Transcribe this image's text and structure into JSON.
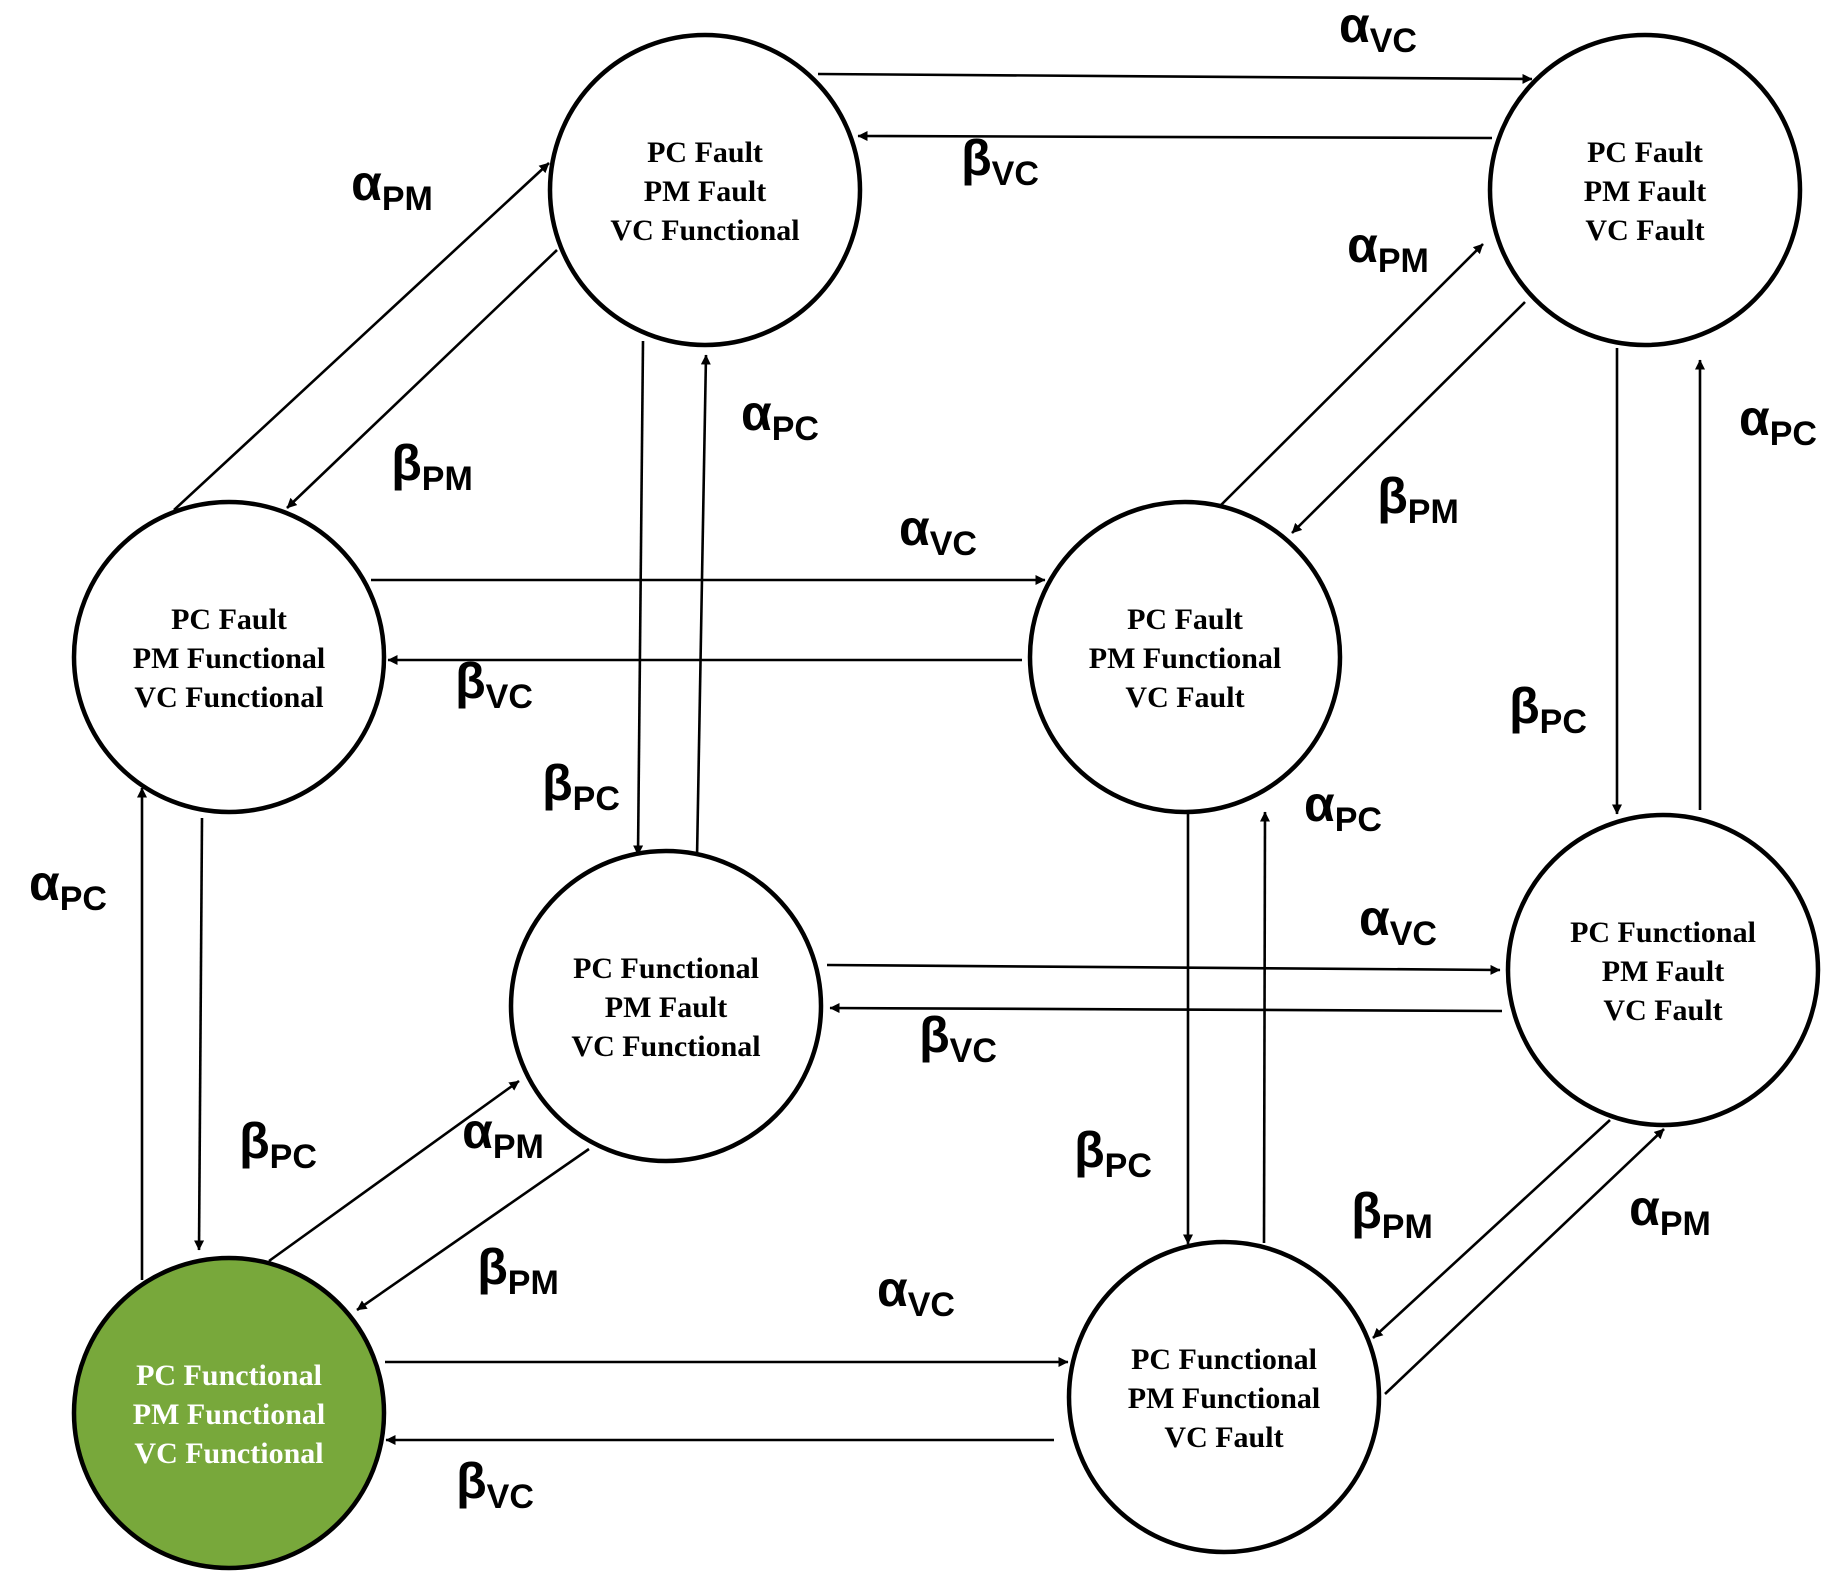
{
  "colors": {
    "initial_state_fill": "#78a83b",
    "state_fill": "#ffffff",
    "stroke": "#000000"
  },
  "states": [
    {
      "id": "pc-fault-pm-fault-vc-functional",
      "lines": [
        "PC Fault",
        "PM Fault",
        "VC Functional"
      ],
      "highlight": false
    },
    {
      "id": "pc-fault-pm-fault-vc-fault",
      "lines": [
        "PC Fault",
        "PM Fault",
        "VC Fault"
      ],
      "highlight": false
    },
    {
      "id": "pc-fault-pm-functional-vc-functional",
      "lines": [
        "PC Fault",
        "PM Functional",
        "VC Functional"
      ],
      "highlight": false
    },
    {
      "id": "pc-fault-pm-functional-vc-fault",
      "lines": [
        "PC Fault",
        "PM Functional",
        "VC Fault"
      ],
      "highlight": false
    },
    {
      "id": "pc-functional-pm-fault-vc-functional",
      "lines": [
        "PC Functional",
        "PM Fault",
        "VC Functional"
      ],
      "highlight": false
    },
    {
      "id": "pc-functional-pm-fault-vc-fault",
      "lines": [
        "PC Functional",
        "PM Fault",
        "VC Fault"
      ],
      "highlight": false
    },
    {
      "id": "pc-functional-pm-functional-vc-functional",
      "lines": [
        "PC Functional",
        "PM Functional",
        "VC Functional"
      ],
      "highlight": true
    },
    {
      "id": "pc-functional-pm-functional-vc-fault",
      "lines": [
        "PC Functional",
        "PM Functional",
        "VC Fault"
      ],
      "highlight": false
    }
  ],
  "transitions": [
    {
      "from": "pc-fault-pm-fault-vc-functional",
      "to": "pc-fault-pm-fault-vc-fault",
      "greek": "α",
      "sub": "VC"
    },
    {
      "from": "pc-fault-pm-fault-vc-fault",
      "to": "pc-fault-pm-fault-vc-functional",
      "greek": "β",
      "sub": "VC"
    },
    {
      "from": "pc-fault-pm-functional-vc-functional",
      "to": "pc-fault-pm-functional-vc-fault",
      "greek": "α",
      "sub": "VC"
    },
    {
      "from": "pc-fault-pm-functional-vc-fault",
      "to": "pc-fault-pm-functional-vc-functional",
      "greek": "β",
      "sub": "VC"
    },
    {
      "from": "pc-functional-pm-fault-vc-functional",
      "to": "pc-functional-pm-fault-vc-fault",
      "greek": "α",
      "sub": "VC"
    },
    {
      "from": "pc-functional-pm-fault-vc-fault",
      "to": "pc-functional-pm-fault-vc-functional",
      "greek": "β",
      "sub": "VC"
    },
    {
      "from": "pc-functional-pm-functional-vc-functional",
      "to": "pc-functional-pm-functional-vc-fault",
      "greek": "α",
      "sub": "VC"
    },
    {
      "from": "pc-functional-pm-functional-vc-fault",
      "to": "pc-functional-pm-functional-vc-functional",
      "greek": "β",
      "sub": "VC"
    },
    {
      "from": "pc-fault-pm-functional-vc-functional",
      "to": "pc-fault-pm-fault-vc-functional",
      "greek": "α",
      "sub": "PM"
    },
    {
      "from": "pc-fault-pm-fault-vc-functional",
      "to": "pc-fault-pm-functional-vc-functional",
      "greek": "β",
      "sub": "PM"
    },
    {
      "from": "pc-fault-pm-functional-vc-fault",
      "to": "pc-fault-pm-fault-vc-fault",
      "greek": "α",
      "sub": "PM"
    },
    {
      "from": "pc-fault-pm-fault-vc-fault",
      "to": "pc-fault-pm-functional-vc-fault",
      "greek": "β",
      "sub": "PM"
    },
    {
      "from": "pc-functional-pm-functional-vc-functional",
      "to": "pc-functional-pm-fault-vc-functional",
      "greek": "α",
      "sub": "PM"
    },
    {
      "from": "pc-functional-pm-fault-vc-functional",
      "to": "pc-functional-pm-functional-vc-functional",
      "greek": "β",
      "sub": "PM"
    },
    {
      "from": "pc-functional-pm-functional-vc-fault",
      "to": "pc-functional-pm-fault-vc-fault",
      "greek": "α",
      "sub": "PM"
    },
    {
      "from": "pc-functional-pm-fault-vc-fault",
      "to": "pc-functional-pm-functional-vc-fault",
      "greek": "β",
      "sub": "PM"
    },
    {
      "from": "pc-functional-pm-fault-vc-functional",
      "to": "pc-fault-pm-fault-vc-functional",
      "greek": "α",
      "sub": "PC"
    },
    {
      "from": "pc-fault-pm-fault-vc-functional",
      "to": "pc-functional-pm-fault-vc-functional",
      "greek": "β",
      "sub": "PC"
    },
    {
      "from": "pc-functional-pm-fault-vc-fault",
      "to": "pc-fault-pm-fault-vc-fault",
      "greek": "α",
      "sub": "PC"
    },
    {
      "from": "pc-fault-pm-fault-vc-fault",
      "to": "pc-functional-pm-fault-vc-fault",
      "greek": "β",
      "sub": "PC"
    },
    {
      "from": "pc-functional-pm-functional-vc-functional",
      "to": "pc-fault-pm-functional-vc-functional",
      "greek": "α",
      "sub": "PC"
    },
    {
      "from": "pc-fault-pm-functional-vc-functional",
      "to": "pc-functional-pm-functional-vc-functional",
      "greek": "β",
      "sub": "PC"
    },
    {
      "from": "pc-functional-pm-functional-vc-fault",
      "to": "pc-fault-pm-functional-vc-fault",
      "greek": "α",
      "sub": "PC"
    },
    {
      "from": "pc-fault-pm-functional-vc-fault",
      "to": "pc-functional-pm-functional-vc-fault",
      "greek": "β",
      "sub": "PC"
    }
  ]
}
